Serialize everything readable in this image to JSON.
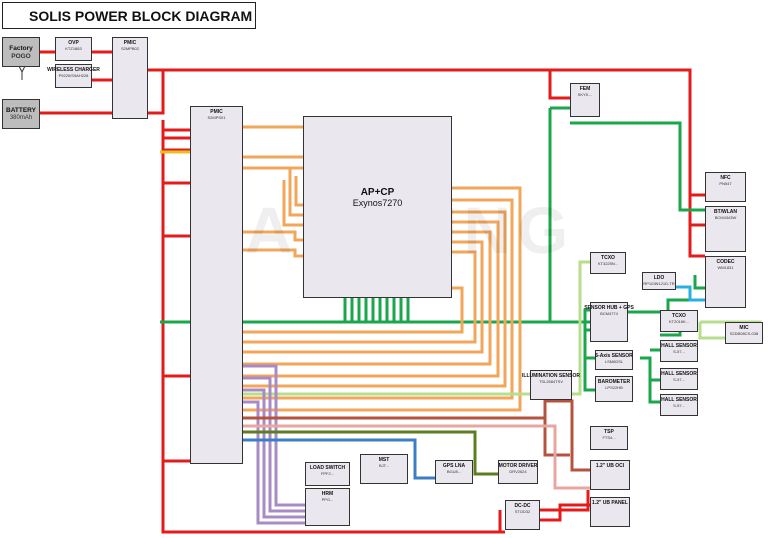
{
  "title": "SOLIS POWER BLOCK DIAGRAM",
  "watermark": "SAMSUNG",
  "colors": {
    "rail_red": "#e31b1b",
    "rail_orange": "#f2a65a",
    "rail_green": "#1aa64a",
    "rail_purple": "#a88bc4",
    "rail_blue": "#3c7ec4",
    "rail_brown": "#b5533f",
    "rail_pink": "#e8a6a0",
    "rail_lightgreen": "#b7dd8e",
    "rail_olive": "#5d7d1f",
    "rail_cyan": "#2ab0e0",
    "rail_yellow": "#e8c020",
    "block_fill": "#ebe7ee",
    "input_fill": "#bdbdbd"
  },
  "blocks": {
    "factory": {
      "name": "Factory",
      "part": "POGO"
    },
    "battery": {
      "name": "BATTERY",
      "part": "380mAh"
    },
    "ovp": {
      "name": "OVP",
      "part": "KTZ1883"
    },
    "wireless": {
      "name": "WIRELESS CHARGER",
      "part": "P9220/S9AH228"
    },
    "pmic_top": {
      "name": "PMIC",
      "part": "S2MPB02"
    },
    "pmic_main": {
      "name": "PMIC",
      "part": "S2MPS01"
    },
    "ap": {
      "name": "AP+CP",
      "part": "Exynos7270"
    },
    "fem": {
      "name": "FEM",
      "part": "SKY5...."
    },
    "nfc": {
      "name": "NFC",
      "part": "PN547"
    },
    "bt": {
      "name": "BT/WLAN",
      "part": "BCM4343W"
    },
    "codec": {
      "name": "CODEC",
      "part": "WM1831"
    },
    "tcxo1": {
      "name": "TCXO",
      "part": "KT3225N..."
    },
    "ldo": {
      "name": "LDO",
      "part": "RP103N121D-TR"
    },
    "sensorhub": {
      "name": "SENSOR HUB + GPS",
      "part": "BCM4774"
    },
    "tcxo2": {
      "name": "TCXO",
      "part": "KT2016K..."
    },
    "mic": {
      "name": "MIC",
      "part": "S2DB08CS-038"
    },
    "axis6": {
      "name": "6-Axis SENSOR",
      "part": "LSM6DSL"
    },
    "hall1": {
      "name": "HALL SENSOR",
      "part": "S-57..."
    },
    "baro": {
      "name": "BAROMETER",
      "part": "LPS22HB"
    },
    "hall2": {
      "name": "HALL SENSOR",
      "part": "S-57..."
    },
    "hall3": {
      "name": "HALL SENSOR",
      "part": "S-57..."
    },
    "illum": {
      "name": "ILLUMINATION SENSOR",
      "part": "TSL2584TSV"
    },
    "tsp": {
      "name": "TSP",
      "part": "FTS4..."
    },
    "ub12_a": {
      "name": "1.2\" UB OCI",
      "part": ""
    },
    "ub12_b": {
      "name": "1.2\" UB PANEL",
      "part": ""
    },
    "loadswitch": {
      "name": "LOAD SWITCH",
      "part": "FPF2..."
    },
    "mst": {
      "name": "MST",
      "part": "BJT..."
    },
    "hrm": {
      "name": "HRM",
      "part": "PPG..."
    },
    "gpslna": {
      "name": "GPS LNA",
      "part": "BGU8..."
    },
    "motor": {
      "name": "MOTOR DRIVER",
      "part": "DRV2624"
    },
    "dcdc": {
      "name": "DC-DC",
      "part": "STOD32"
    }
  }
}
